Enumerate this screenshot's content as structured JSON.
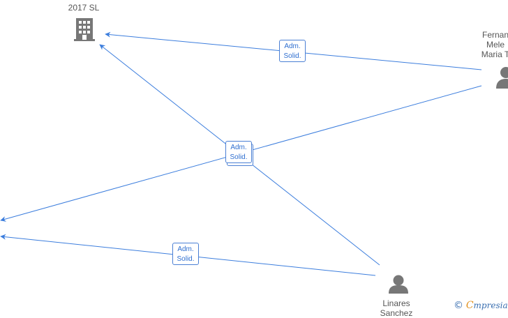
{
  "nodes": {
    "company": {
      "label": "2017  SL",
      "icon": "building-icon"
    },
    "person_top_right": {
      "lines": [
        "Fernan",
        "Mele",
        "Maria T"
      ],
      "icon": "person-icon"
    },
    "person_bottom": {
      "lines": [
        "Linares",
        "Sanchez"
      ],
      "icon": "person-icon"
    }
  },
  "edges": [
    {
      "line1": "Adm.",
      "line2": "Solid."
    },
    {
      "line1": "Adm.",
      "line2": "Solid."
    },
    {
      "line1": "Adm.",
      "line2": "Solid."
    }
  ],
  "brand": {
    "copyright": "©",
    "initial": "C",
    "name": "mpresia"
  },
  "colors": {
    "edge": "#3b7ddd",
    "node": "#777777",
    "label": "#555555"
  }
}
